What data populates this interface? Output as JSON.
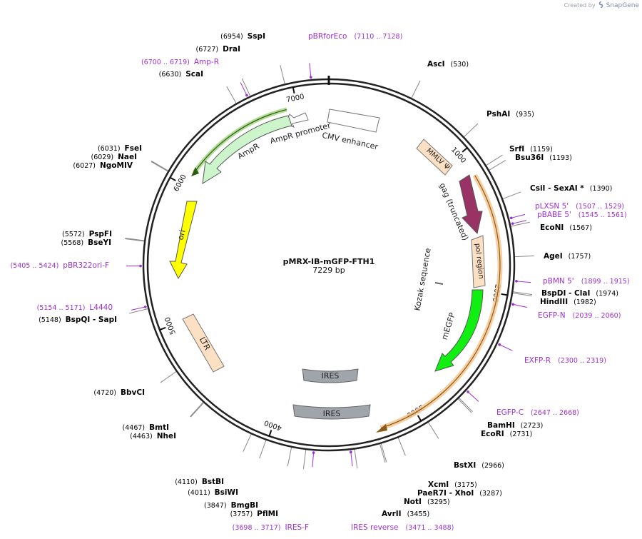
{
  "credit": {
    "created_by": "Created by",
    "brand": "SnapGene"
  },
  "plasmid": {
    "name": "pMRX-IB-mGFP-FTH1",
    "length_label": "7229 bp",
    "length": 7229
  },
  "colors": {
    "primer": "#9b30d0",
    "enzyme": "#000000",
    "backbone": "#222222"
  },
  "ticks": [
    {
      "pos": 1000,
      "label": "1000"
    },
    {
      "pos": 2000,
      "label": "2000"
    },
    {
      "pos": 3000,
      "label": "3000"
    },
    {
      "pos": 4000,
      "label": "4000"
    },
    {
      "pos": 5000,
      "label": "5000"
    },
    {
      "pos": 6000,
      "label": "6000"
    },
    {
      "pos": 7000,
      "label": "7000"
    }
  ],
  "enzymes": [
    {
      "name": "AscI",
      "pos": 530,
      "pos_label": "(530)",
      "unique": true
    },
    {
      "name": "PshAI",
      "pos": 935,
      "pos_label": "(935)",
      "unique": true
    },
    {
      "name": "SrfI",
      "pos": 1159,
      "pos_label": "(1159)",
      "unique": true
    },
    {
      "name": "Bsu36I",
      "pos": 1193,
      "pos_label": "(1193)",
      "unique": true
    },
    {
      "name": "CsiI   - SexAI *",
      "pos": 1390,
      "pos_label": "(1390)",
      "unique": true
    },
    {
      "name": "EcoNI",
      "pos": 1567,
      "pos_label": "(1567)",
      "unique": true
    },
    {
      "name": "AgeI",
      "pos": 1757,
      "pos_label": "(1757)",
      "unique": true
    },
    {
      "name": "BspDI   - ClaI",
      "pos": 1974,
      "pos_label": "(1974)",
      "unique": true
    },
    {
      "name": "HindIII",
      "pos": 1982,
      "pos_label": "(1982)",
      "unique": true
    },
    {
      "name": "BamHI",
      "pos": 2723,
      "pos_label": "(2723)",
      "unique": true
    },
    {
      "name": "EcoRI",
      "pos": 2731,
      "pos_label": "(2731)",
      "unique": true
    },
    {
      "name": "BstXI",
      "pos": 2966,
      "pos_label": "(2966)",
      "unique": true
    },
    {
      "name": "XcmI",
      "pos": 3175,
      "pos_label": "(3175)",
      "unique": true
    },
    {
      "name": "PaeR7I   - XhoI",
      "pos": 3287,
      "pos_label": "(3287)",
      "unique": true
    },
    {
      "name": "NotI",
      "pos": 3295,
      "pos_label": "(3295)",
      "unique": true
    },
    {
      "name": "AvrII",
      "pos": 3455,
      "pos_label": "(3455)",
      "unique": true
    },
    {
      "name": "PflMI",
      "pos": 3757,
      "pos_label": "(3757)",
      "unique": true
    },
    {
      "name": "BmgBI",
      "pos": 3847,
      "pos_label": "(3847)",
      "unique": true
    },
    {
      "name": "BsiWI",
      "pos": 4011,
      "pos_label": "(4011)",
      "unique": true
    },
    {
      "name": "BstBI",
      "pos": 4110,
      "pos_label": "(4110)",
      "unique": true
    },
    {
      "name": "NheI",
      "pos": 4463,
      "pos_label": "(4463)",
      "unique": true
    },
    {
      "name": "BmtI",
      "pos": 4467,
      "pos_label": "(4467)",
      "unique": true
    },
    {
      "name": "BbvCI",
      "pos": 4720,
      "pos_label": "(4720)",
      "unique": true
    },
    {
      "name": "BspQI   - SapI",
      "pos": 5148,
      "pos_label": "(5148)",
      "unique": true
    },
    {
      "name": "BseYI",
      "pos": 5568,
      "pos_label": "(5568)",
      "unique": true
    },
    {
      "name": "PspFI",
      "pos": 5572,
      "pos_label": "(5572)",
      "unique": true
    },
    {
      "name": "NgoMIV",
      "pos": 6027,
      "pos_label": "(6027)",
      "unique": true
    },
    {
      "name": "NaeI",
      "pos": 6029,
      "pos_label": "(6029)",
      "unique": true
    },
    {
      "name": "FseI",
      "pos": 6031,
      "pos_label": "(6031)",
      "unique": true
    },
    {
      "name": "ScaI",
      "pos": 6630,
      "pos_label": "(6630)",
      "unique": true
    },
    {
      "name": "DraI",
      "pos": 6727,
      "pos_label": "(6727)",
      "unique": true
    },
    {
      "name": "SspI",
      "pos": 6954,
      "pos_label": "(6954)",
      "unique": true
    }
  ],
  "primers": [
    {
      "name": "pBRforEco",
      "range": "(7110 .. 7128)",
      "pos": 7119
    },
    {
      "name": "Amp-R",
      "range": "(6700 .. 6719)",
      "pos": 6710
    },
    {
      "name": "pLXSN 5'",
      "range": "(1507 .. 1529)",
      "pos": 1518
    },
    {
      "name": "pBABE 5'",
      "range": "(1545 .. 1561)",
      "pos": 1553
    },
    {
      "name": "pBMN 5'",
      "range": "(1899 .. 1915)",
      "pos": 1907
    },
    {
      "name": "EGFP-N",
      "range": "(2039 .. 2060)",
      "pos": 2050
    },
    {
      "name": "EXFP-R",
      "range": "(2300 .. 2319)",
      "pos": 2310
    },
    {
      "name": "EGFP-C",
      "range": "(2647 .. 2668)",
      "pos": 2658
    },
    {
      "name": "IRES reverse",
      "range": "(3471 .. 3488)",
      "pos": 3480
    },
    {
      "name": "IRES-F",
      "range": "(3698 .. 3717)",
      "pos": 3708
    },
    {
      "name": "L4440",
      "range": "(5154 .. 5171)",
      "pos": 5163
    },
    {
      "name": "pBR322ori-F",
      "range": "(5405 .. 5424)",
      "pos": 5415
    }
  ],
  "features": [
    {
      "label": "CMV enhancer",
      "type": "enhancer",
      "color": "#ffffff"
    },
    {
      "label": "AmpR promoter",
      "type": "promoter",
      "color": "#ffffff"
    },
    {
      "label": "AmpR",
      "type": "gene",
      "color": "#ccf5cc"
    },
    {
      "label": "ori",
      "type": "origin",
      "color": "#ffff00"
    },
    {
      "label": "LTR",
      "type": "ltr",
      "color": "#fce0c4"
    },
    {
      "label": "MMLV Ψ",
      "type": "packaging",
      "color": "#fce0c4"
    },
    {
      "label": "gag (truncated)",
      "type": "gene",
      "color": "#993366"
    },
    {
      "label": "pol region",
      "type": "misc",
      "color": "#fce0c4"
    },
    {
      "label": "Kozak sequence",
      "type": "misc",
      "color": "#666666"
    },
    {
      "label": "mEGFP",
      "type": "gene",
      "color": "#11ee11"
    },
    {
      "label": "IRES",
      "type": "ires",
      "color": "#a0a4ab"
    },
    {
      "label": "IRES",
      "type": "ires",
      "color": "#a0a4ab"
    }
  ]
}
